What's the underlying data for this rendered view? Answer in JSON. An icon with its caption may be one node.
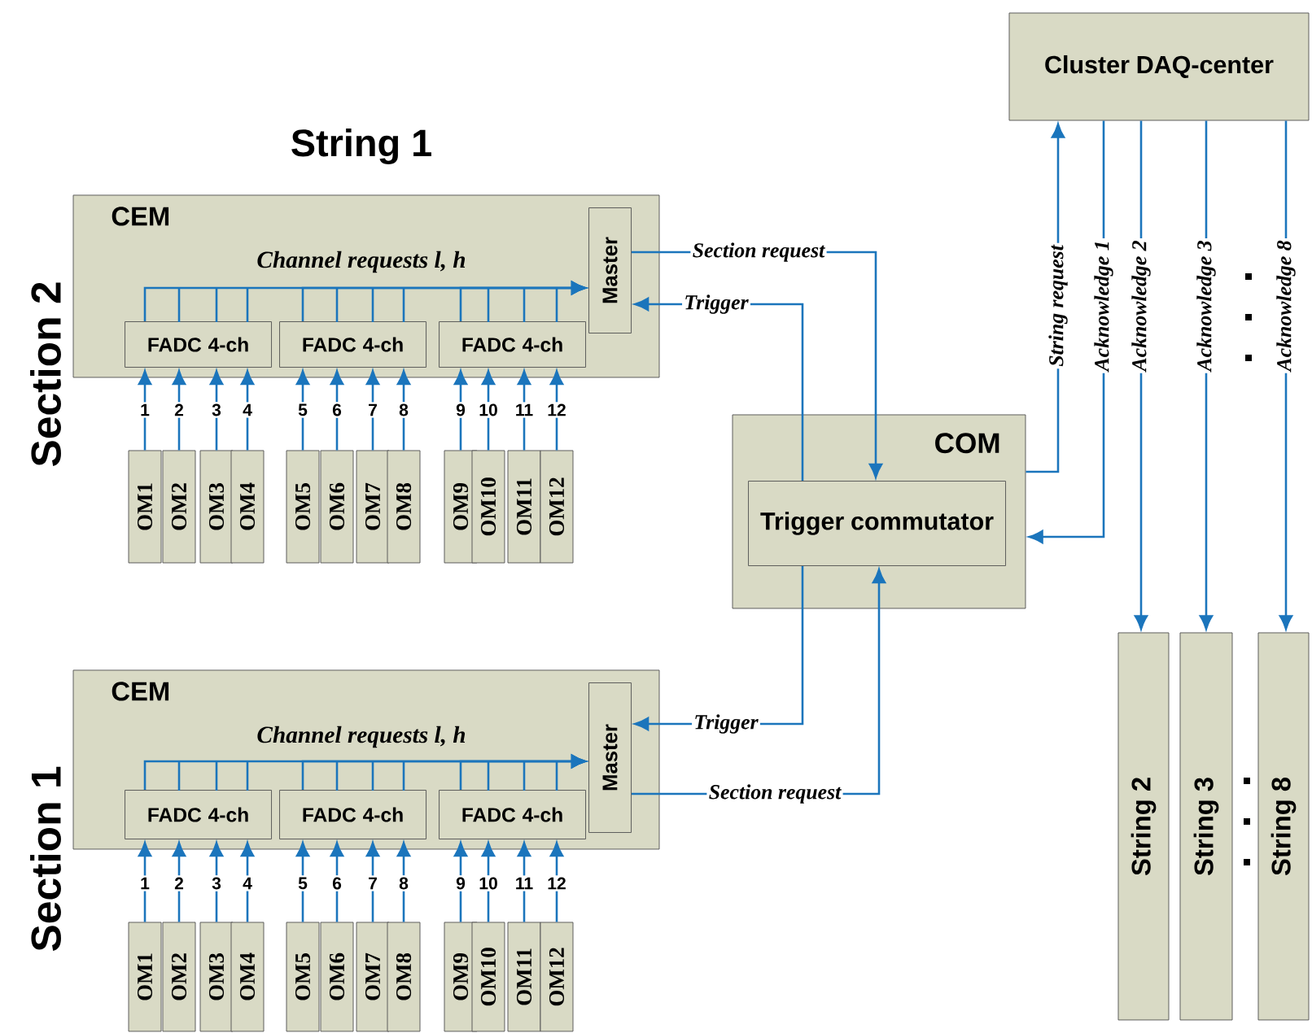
{
  "diagram": {
    "nodes": [
      {
        "text": [
          "Cluster DAQ-center"
        ]
      },
      {
        "text": [
          "CEM"
        ]
      },
      {
        "text": [
          "FADC 4-ch"
        ],
        "in": 1
      },
      {
        "text": [
          "FADC 4-ch"
        ],
        "in": 1
      },
      {
        "text": [
          "FADC 4-ch"
        ],
        "in": 1
      },
      {
        "text": [
          "Master"
        ],
        "in": 1
      },
      {
        "text": [
          "OM1"
        ]
      },
      {
        "text": [
          "OM2"
        ]
      },
      {
        "text": [
          "OM3"
        ]
      },
      {
        "text": [
          "OM4"
        ]
      },
      {
        "text": [
          "OM5"
        ]
      },
      {
        "text": [
          "OM6"
        ]
      },
      {
        "text": [
          "OM7"
        ]
      },
      {
        "text": [
          "OM8"
        ]
      },
      {
        "text": [
          "OM9"
        ]
      },
      {
        "text": [
          "OM10"
        ]
      },
      {
        "text": [
          "OM11"
        ]
      },
      {
        "text": [
          "OM12"
        ]
      },
      {
        "text": [
          "COM"
        ]
      },
      {
        "text": [
          "Trigger commutator"
        ],
        "in": 18
      },
      {
        "text": [
          "CEM"
        ]
      },
      {
        "text": [
          "FADC 4-ch"
        ],
        "in": 20
      },
      {
        "text": [
          "FADC 4-ch"
        ],
        "in": 20
      },
      {
        "text": [
          "FADC 4-ch"
        ],
        "in": 20
      },
      {
        "text": [
          "Master"
        ],
        "in": 20
      },
      {
        "text": [
          "OM1"
        ]
      },
      {
        "text": [
          "OM2"
        ]
      },
      {
        "text": [
          "OM3"
        ]
      },
      {
        "text": [
          "OM4"
        ]
      },
      {
        "text": [
          "OM5"
        ]
      },
      {
        "text": [
          "OM6"
        ]
      },
      {
        "text": [
          "OM7"
        ]
      },
      {
        "text": [
          "OM8"
        ]
      },
      {
        "text": [
          "OM9"
        ]
      },
      {
        "text": [
          "OM10"
        ]
      },
      {
        "text": [
          "OM11"
        ]
      },
      {
        "text": [
          "OM12"
        ]
      },
      {
        "text": [
          "String 2"
        ]
      },
      {
        "text": [
          "String 3"
        ]
      },
      {
        "text": [
          "String 8"
        ]
      }
    ],
    "edges": [
      {
        "from": 6,
        "to": 2,
        "arrow": "to",
        "label": "1"
      },
      {
        "from": 7,
        "to": 2,
        "arrow": "to",
        "label": "2"
      },
      {
        "from": 8,
        "to": 2,
        "arrow": "to",
        "label": "3"
      },
      {
        "from": 9,
        "to": 2,
        "arrow": "to",
        "label": "4"
      },
      {
        "from": 10,
        "to": 3,
        "arrow": "to",
        "label": "5"
      },
      {
        "from": 11,
        "to": 3,
        "arrow": "to",
        "label": "6"
      },
      {
        "from": 12,
        "to": 3,
        "arrow": "to",
        "label": "7"
      },
      {
        "from": 13,
        "to": 3,
        "arrow": "to",
        "label": "8"
      },
      {
        "from": 14,
        "to": 4,
        "arrow": "to",
        "label": "9"
      },
      {
        "from": 15,
        "to": 4,
        "arrow": "to",
        "label": "10"
      },
      {
        "from": 16,
        "to": 4,
        "arrow": "to",
        "label": "11"
      },
      {
        "from": 17,
        "to": 4,
        "arrow": "to",
        "label": "12"
      },
      {
        "from": 2,
        "to": 5,
        "arrow": "to",
        "label": "*Channel requests l, h*"
      },
      {
        "from": 3,
        "to": 5,
        "arrow": "to"
      },
      {
        "from": 4,
        "to": 5,
        "arrow": "to"
      },
      {
        "from": 5,
        "to": 19,
        "arrow": "to",
        "label": "Section request"
      },
      {
        "from": 19,
        "to": 5,
        "arrow": "to",
        "label": "Trigger"
      },
      {
        "from": 25,
        "to": 21,
        "arrow": "to",
        "label": "1"
      },
      {
        "from": 26,
        "to": 21,
        "arrow": "to",
        "label": "2"
      },
      {
        "from": 27,
        "to": 21,
        "arrow": "to",
        "label": "3"
      },
      {
        "from": 28,
        "to": 21,
        "arrow": "to",
        "label": "4"
      },
      {
        "from": 29,
        "to": 22,
        "arrow": "to",
        "label": "5"
      },
      {
        "from": 30,
        "to": 22,
        "arrow": "to",
        "label": "6"
      },
      {
        "from": 31,
        "to": 22,
        "arrow": "to",
        "label": "7"
      },
      {
        "from": 32,
        "to": 22,
        "arrow": "to",
        "label": "8"
      },
      {
        "from": 33,
        "to": 23,
        "arrow": "to",
        "label": "9"
      },
      {
        "from": 34,
        "to": 23,
        "arrow": "to",
        "label": "10"
      },
      {
        "from": 35,
        "to": 23,
        "arrow": "to",
        "label": "11"
      },
      {
        "from": 36,
        "to": 23,
        "arrow": "to",
        "label": "12"
      },
      {
        "from": 21,
        "to": 24,
        "arrow": "to",
        "label": "*Channel requests l, h*"
      },
      {
        "from": 22,
        "to": 24,
        "arrow": "to"
      },
      {
        "from": 23,
        "to": 24,
        "arrow": "to"
      },
      {
        "from": 19,
        "to": 24,
        "arrow": "to",
        "label": "Trigger"
      },
      {
        "from": 24,
        "to": 19,
        "arrow": "to",
        "label": "Section request"
      },
      {
        "from": 18,
        "to": 0,
        "arrow": "to",
        "label": "String request"
      },
      {
        "from": 0,
        "to": 18,
        "arrow": "to",
        "label": "Acknowledge 1"
      },
      {
        "from": 0,
        "to": 37,
        "arrow": "to",
        "label": "Acknowledge 2"
      },
      {
        "from": 0,
        "to": 38,
        "arrow": "to",
        "label": "Acknowledge 3"
      },
      {
        "from": 0,
        "to": 39,
        "arrow": "to",
        "label": "Acknowledge 8"
      }
    ],
    "labels": [
      "String 1",
      "Section 2",
      "Section 1"
    ]
  }
}
